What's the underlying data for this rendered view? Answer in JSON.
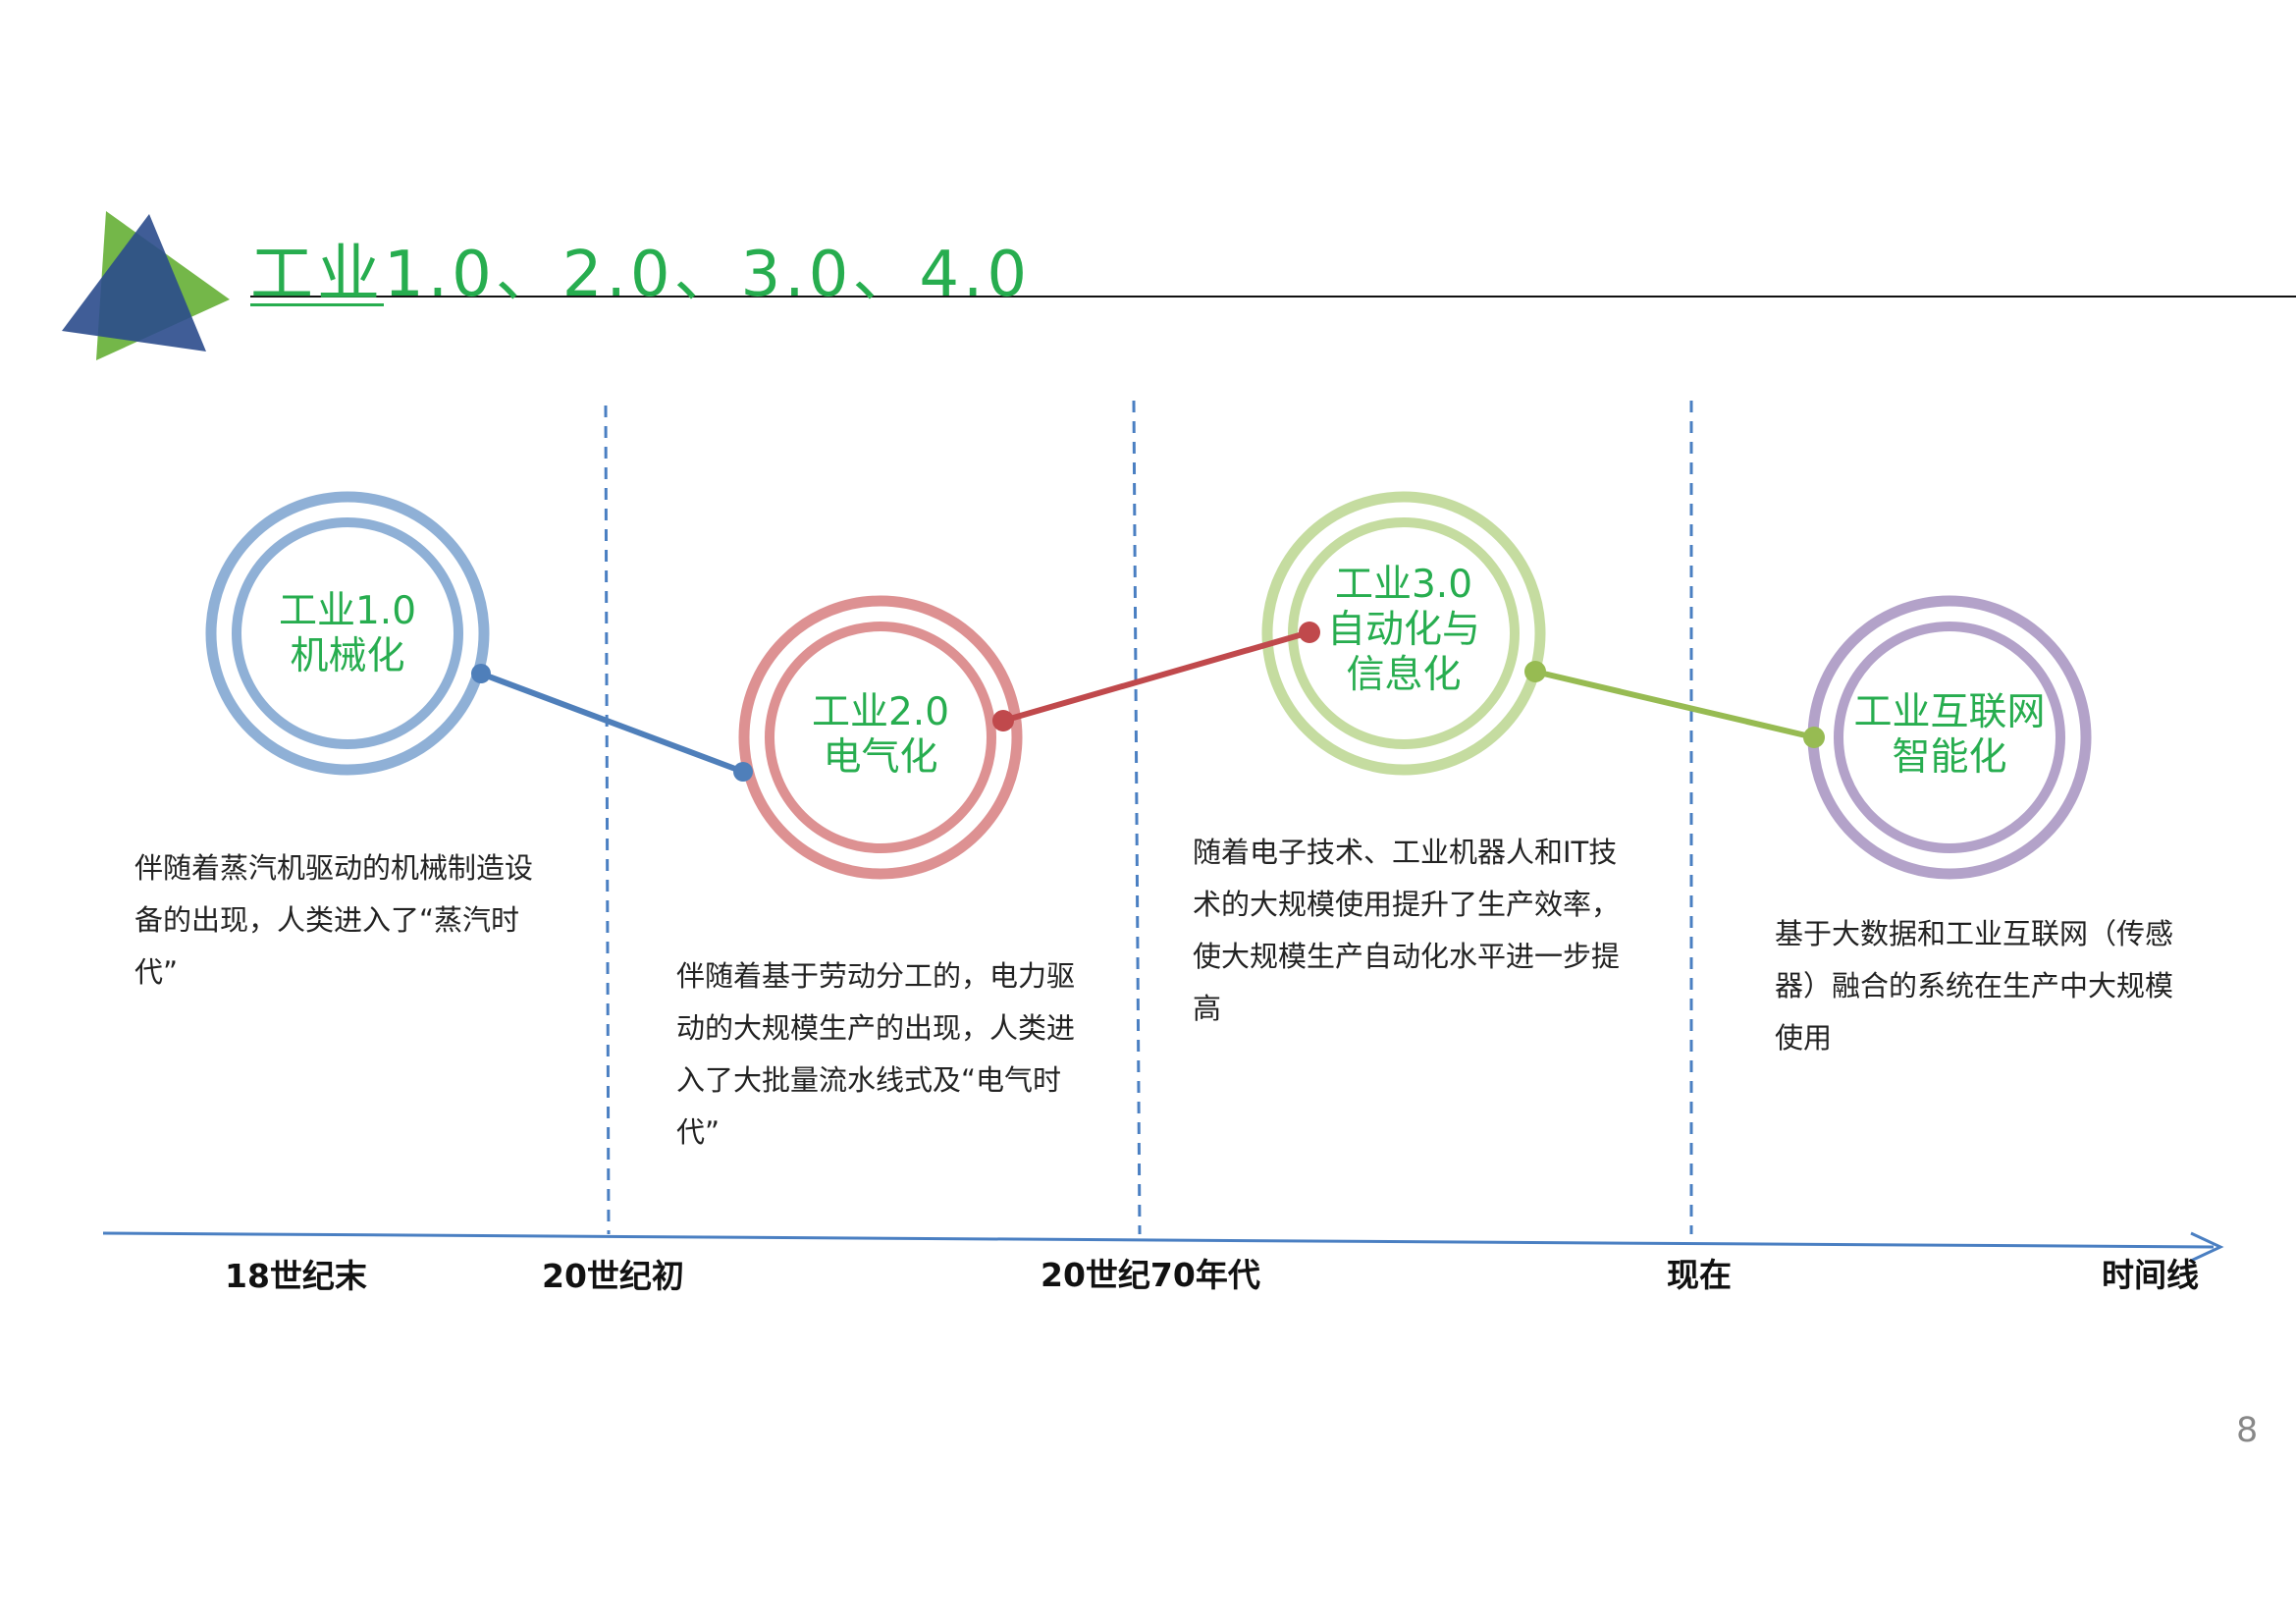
{
  "title": {
    "first": "工业",
    "rest": "1.0、2.0、3.0、4.0"
  },
  "colors": {
    "title": "#27ad4f",
    "stage1": "#8fb0d6",
    "stage2": "#dd9192",
    "stage3": "#c5dca0",
    "stage4": "#b3a2c9",
    "connector1": "#4f7fba",
    "connector2": "#c0494c",
    "connector3": "#97bb52",
    "timeline": "#4a7fc2",
    "logo_green": "#6db33f",
    "logo_blue": "#2b4b8c"
  },
  "stages": [
    {
      "line1": "工业1.0",
      "line2": "机械化",
      "line3": "",
      "description": "伴随着蒸汽机驱动的机械制造设备的出现，人类进入了“蒸汽时代”"
    },
    {
      "line1": "工业2.0",
      "line2": "电气化",
      "line3": "",
      "description": "伴随着基于劳动分工的，电力驱动的大规模生产的出现，人类进入了大批量流水线式及“电气时代”"
    },
    {
      "line1": "工业3.0",
      "line2": "自动化与",
      "line3": "信息化",
      "description": "随着电子技术、工业机器人和IT技术的大规模使用提升了生产效率，使大规模生产自动化水平进一步提高"
    },
    {
      "line1": "工业互联网",
      "line2": "智能化",
      "line3": "",
      "description": "基于大数据和工业互联网（传感器）融合的系统在生产中大规模使用"
    }
  ],
  "timeline": {
    "labels": [
      "18世纪末",
      "20世纪初",
      "20世纪70年代",
      "现在",
      "时间线"
    ]
  },
  "page_number": "8"
}
